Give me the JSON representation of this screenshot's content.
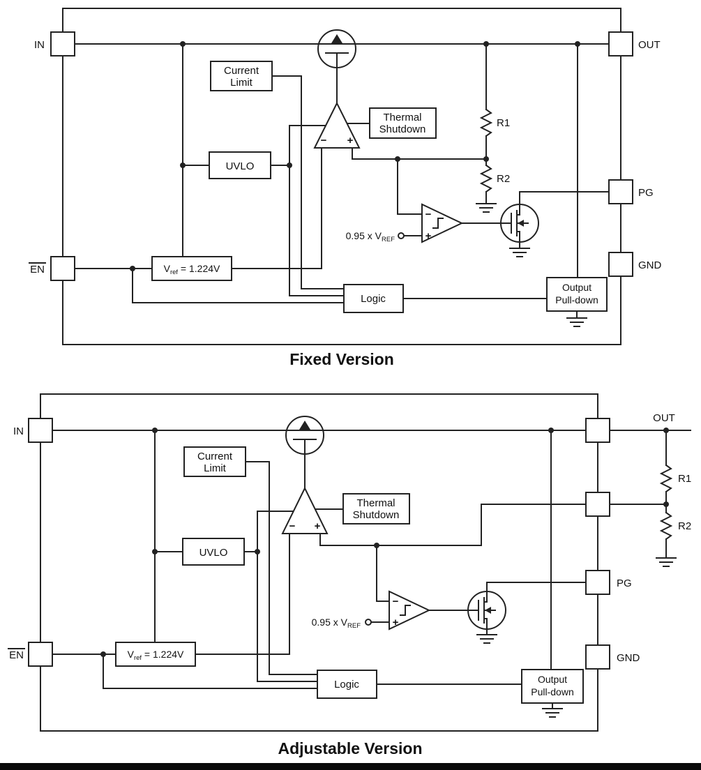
{
  "colors": {
    "ink": "#222222",
    "bottom_bar": "#0a0a0a"
  },
  "fixed": {
    "caption": "Fixed Version",
    "pins": {
      "in": "IN",
      "out": "OUT",
      "pg": "PG",
      "gnd": "GND",
      "en": "EN"
    },
    "blocks": {
      "current_limit1": "Current",
      "current_limit2": "Limit",
      "uvlo": "UVLO",
      "thermal1": "Thermal",
      "thermal2": "Shutdown",
      "vref_pre": "V",
      "vref_sub": "ref",
      "vref_post": " = 1.224V",
      "logic": "Logic",
      "pulldown1": "Output",
      "pulldown2": "Pull-down"
    },
    "labels": {
      "r1": "R1",
      "r2": "R2",
      "ref_pre": "0.95 x V",
      "ref_sub": "REF",
      "amp_minus": "−",
      "amp_plus": "+",
      "comp_minus": "−",
      "comp_plus": "+"
    }
  },
  "adjustable": {
    "caption": "Adjustable Version",
    "pins": {
      "in": "IN",
      "out": "OUT",
      "pg": "PG",
      "gnd": "GND",
      "en": "EN"
    },
    "blocks": {
      "current_limit1": "Current",
      "current_limit2": "Limit",
      "uvlo": "UVLO",
      "thermal1": "Thermal",
      "thermal2": "Shutdown",
      "vref_pre": "V",
      "vref_sub": "ref",
      "vref_post": " = 1.224V",
      "logic": "Logic",
      "pulldown1": "Output",
      "pulldown2": "Pull-down"
    },
    "labels": {
      "r1": "R1",
      "r2": "R2",
      "ref_pre": "0.95 x V",
      "ref_sub": "REF",
      "amp_minus": "−",
      "amp_plus": "+",
      "comp_minus": "−",
      "comp_plus": "+"
    }
  }
}
